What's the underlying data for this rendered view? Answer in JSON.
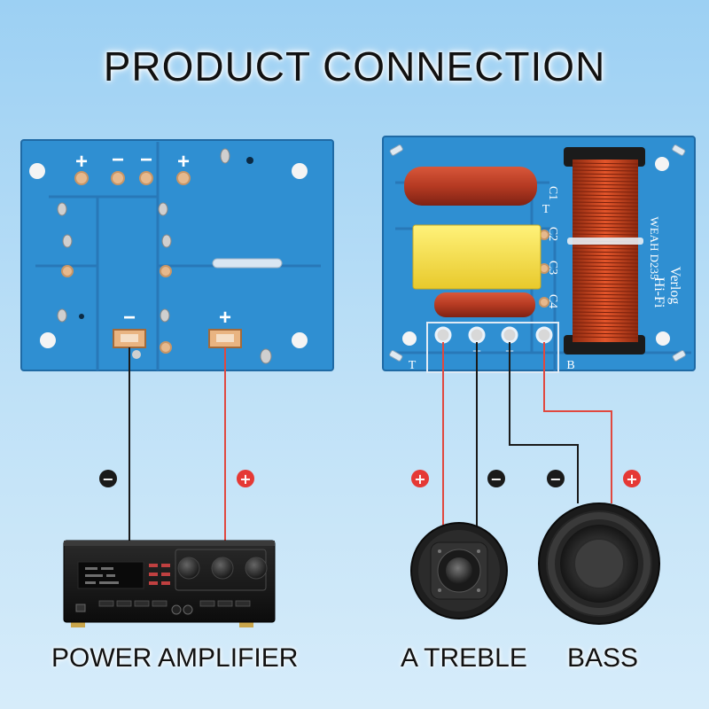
{
  "title": "PRODUCT CONNECTION",
  "board_left": {
    "plus_marks": [
      "+",
      "+",
      "+"
    ],
    "minus_marks": [
      "−",
      "−",
      "−"
    ],
    "terminal_minus": "−",
    "terminal_plus": "+"
  },
  "board_right": {
    "silk_t_top": "T",
    "silk_c1": "C1",
    "silk_c2": "C2",
    "silk_c3": "C3",
    "silk_c4": "C4",
    "silk_t_bottom": "T",
    "silk_b_bottom": "B",
    "silk_minus_1": "−",
    "silk_minus_2": "−",
    "silk_brand": "WEAH D235",
    "silk_model": "Verlog",
    "silk_hifi": "Hi-Fi"
  },
  "polarity": {
    "amp_minus": "−",
    "amp_plus": "+",
    "treble_plus": "+",
    "treble_minus": "−",
    "bass_minus": "−",
    "bass_plus": "+"
  },
  "labels": {
    "amplifier": "POWER AMPLIFIER",
    "treble": "A TREBLE",
    "bass": "BASS"
  },
  "colors": {
    "pcb": "#2f8fd2",
    "wire_red": "#e0483f",
    "wire_black": "#1a1a1a",
    "polarity_plus": "#e53935",
    "polarity_minus": "#1a1a1a"
  }
}
